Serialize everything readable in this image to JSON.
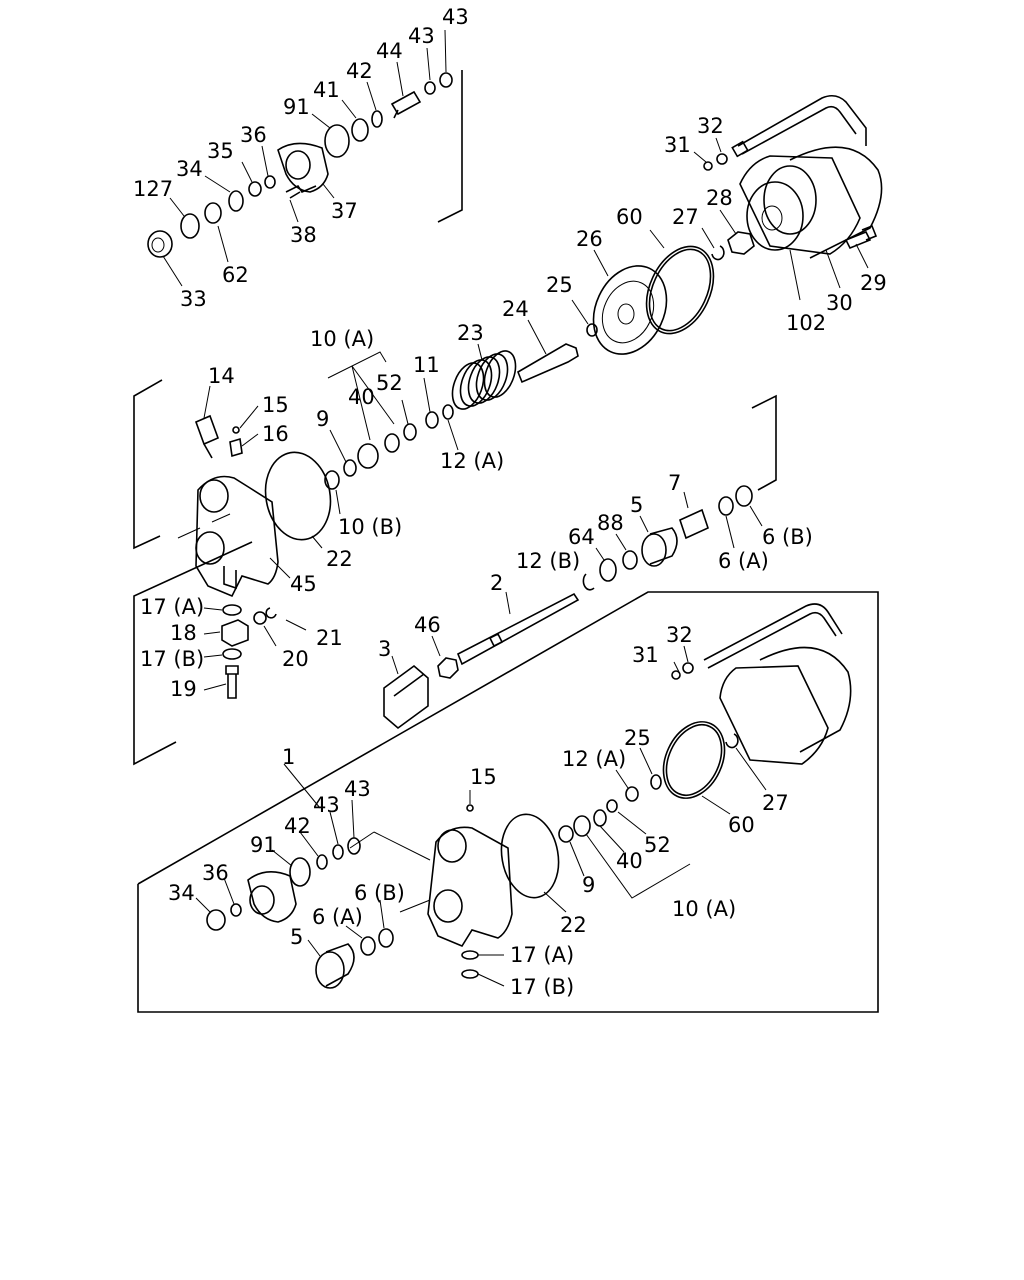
{
  "diagram": {
    "callouts": {
      "c43a": "43",
      "c43b": "43",
      "c44": "44",
      "c42": "42",
      "c41": "41",
      "c91": "91",
      "c36": "36",
      "c35": "35",
      "c34": "34",
      "c127": "127",
      "c37": "37",
      "c38": "38",
      "c62": "62",
      "c33": "33",
      "c32": "32",
      "c31": "31",
      "c28": "28",
      "c27": "27",
      "c60": "60",
      "c26": "26",
      "c25": "25",
      "c24": "24",
      "c23": "23",
      "c29": "29",
      "c30": "30",
      "c102": "102",
      "c10a": "10 (A)",
      "c52": "52",
      "c11": "11",
      "c40": "40",
      "c9": "9",
      "c12a": "12 (A)",
      "c14": "14",
      "c15": "15",
      "c16": "16",
      "c22": "22",
      "c10b": "10 (B)",
      "c45": "45",
      "c7": "7",
      "c5": "5",
      "c88": "88",
      "c64": "64",
      "c6b": "6 (B)",
      "c6a": "6 (A)",
      "c12b": "12 (B)",
      "c2": "2",
      "c46": "46",
      "c3": "3",
      "c17a": "17 (A)",
      "c18": "18",
      "c17b": "17 (B)",
      "c19": "19",
      "c21": "21",
      "c20": "20",
      "c1": "1",
      "d32": "32",
      "d31": "31",
      "d25": "25",
      "d12a": "12 (A)",
      "d27": "27",
      "d60": "60",
      "d15": "15",
      "d43a": "43",
      "d43b": "43",
      "d42": "42",
      "d91": "91",
      "d36": "36",
      "d34": "34",
      "d6b": "6 (B)",
      "d6a": "6 (A)",
      "d5": "5",
      "d52": "52",
      "d40": "40",
      "d9": "9",
      "d22": "22",
      "d10a": "10 (A)",
      "d17a": "17 (A)",
      "d17b": "17 (B)"
    }
  }
}
